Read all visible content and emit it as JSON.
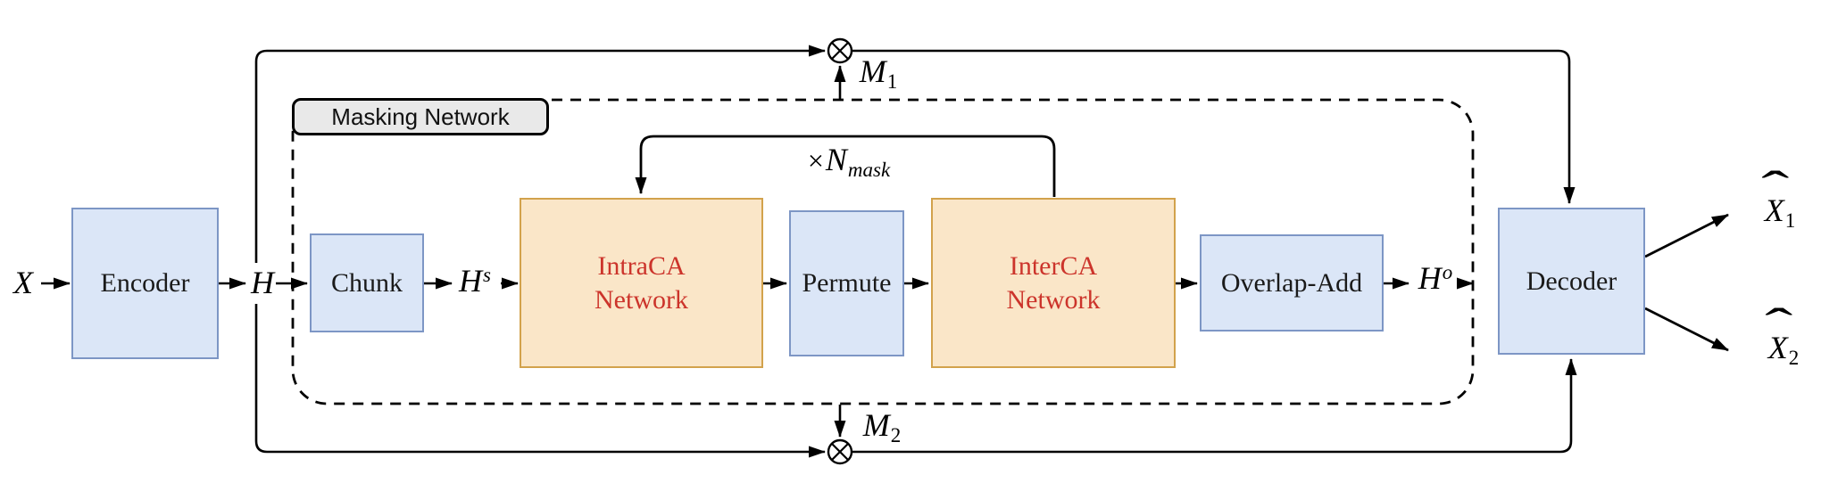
{
  "figure": {
    "masking_network_label": "Masking Network",
    "blocks": {
      "encoder": "Encoder",
      "chunk": "Chunk",
      "intraca_line1": "IntraCA",
      "intraca_line2": "Network",
      "permute": "Permute",
      "interca_line1": "InterCA",
      "interca_line2": "Network",
      "overlap_add": "Overlap-Add",
      "decoder": "Decoder"
    },
    "labels": {
      "input": {
        "base": "X"
      },
      "h": {
        "base": "H"
      },
      "hs": {
        "base": "H",
        "sup": "s"
      },
      "ho": {
        "base": "H",
        "sup": "o"
      },
      "m1": {
        "base": "M",
        "sub": "1"
      },
      "m2": {
        "base": "M",
        "sub": "2"
      },
      "nmask": {
        "prefix": "×",
        "base": "N",
        "sub": "mask"
      },
      "xhat1": {
        "hat": "ˆ",
        "base": "X",
        "sub": "1"
      },
      "xhat2": {
        "hat": "ˆ",
        "base": "X",
        "sub": "2"
      }
    },
    "icons": {
      "multiply": "circled-times ⊗"
    },
    "colors": {
      "blue_fill": "#dbe6f7",
      "blue_border": "#7d96c5",
      "orange_fill": "#fae6c8",
      "orange_border": "#d2a24c",
      "red_text": "#cc342b",
      "gray_label_fill": "#e9e9e9",
      "line": "#000000",
      "background": "#ffffff"
    }
  }
}
